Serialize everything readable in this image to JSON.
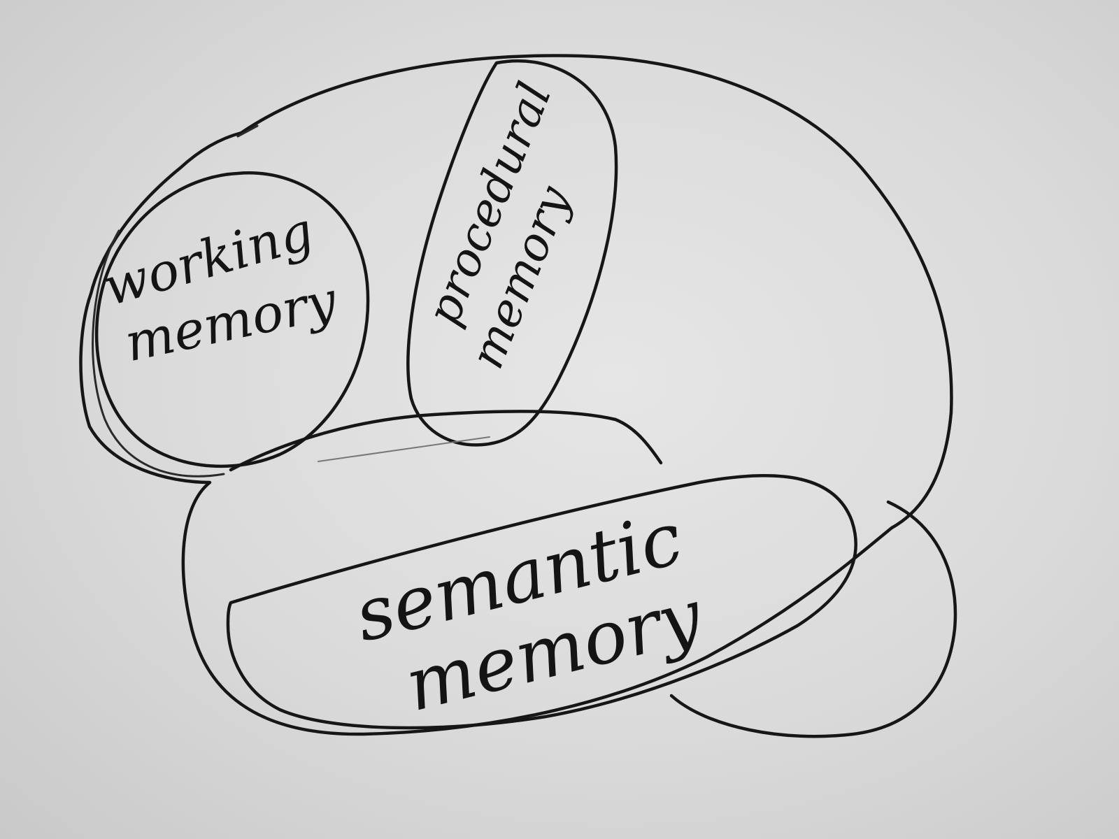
{
  "labels": {
    "working_line1": "working",
    "working_line2": "memory",
    "procedural_line1": "procedural",
    "procedural_line2": "memory",
    "semantic_line1": "semantic",
    "semantic_line2": "memory"
  }
}
